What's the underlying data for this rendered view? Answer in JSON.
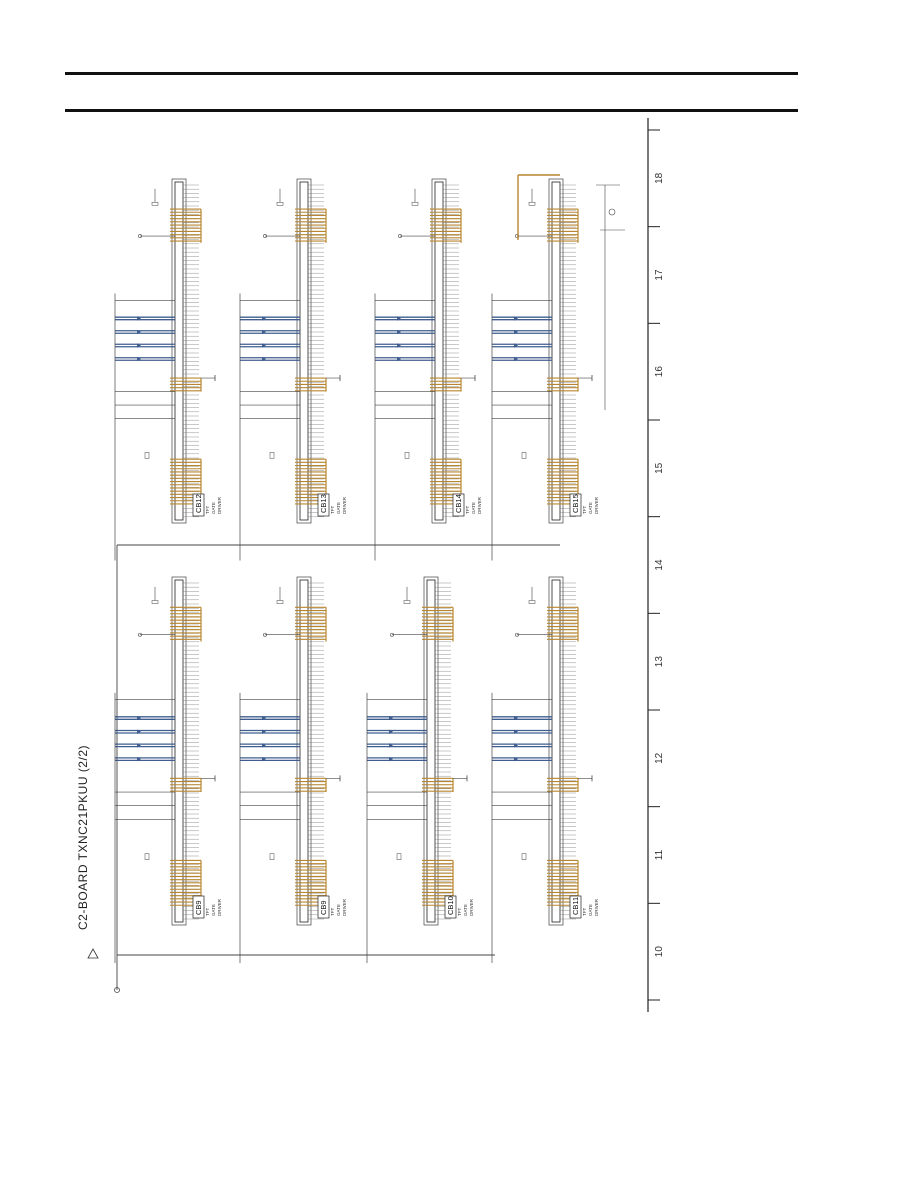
{
  "sheet": {
    "title": "C2-BOARD TXNC21PKUU (2/2)"
  },
  "zones": [
    "10",
    "11",
    "12",
    "13",
    "14",
    "15",
    "16",
    "17",
    "18"
  ],
  "chips_top": [
    {
      "id": "CB12",
      "desc": [
        "TFT",
        "GATE",
        "DRIVER"
      ]
    },
    {
      "id": "CB13",
      "desc": [
        "TFT",
        "GATE",
        "DRIVER"
      ]
    },
    {
      "id": "CB14",
      "desc": [
        "TFT",
        "GATE",
        "DRIVER"
      ]
    },
    {
      "id": "CB15",
      "desc": [
        "TFT",
        "GATE",
        "DRIVER"
      ]
    }
  ],
  "chips_bottom": [
    {
      "id": "CB9",
      "desc": [
        "TFT",
        "GATE",
        "DRIVER"
      ]
    },
    {
      "id": "CB9",
      "desc": [
        "TFT",
        "GATE",
        "DRIVER"
      ]
    },
    {
      "id": "CB10",
      "desc": [
        "TFT",
        "GATE",
        "DRIVER"
      ]
    },
    {
      "id": "CB11",
      "desc": [
        "TFT",
        "GATE",
        "DRIVER"
      ]
    }
  ],
  "colors": {
    "trace_orange": "#b8862e",
    "trace_blue": "#3f5d8f",
    "wire": "#444444",
    "border": "#222222"
  }
}
